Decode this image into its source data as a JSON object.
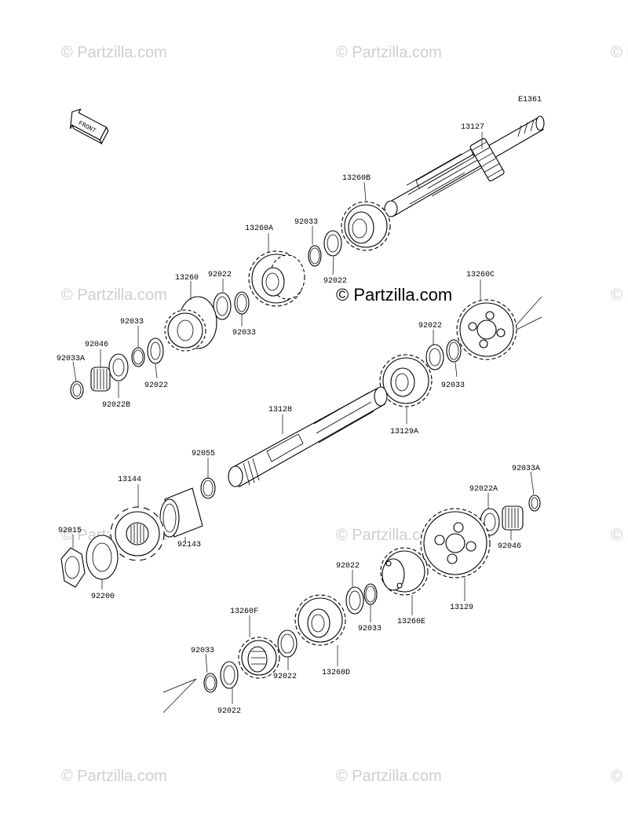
{
  "diagram": {
    "code": "E1361",
    "front_label": "FRONT",
    "center_watermark": "© Partzilla.com",
    "watermark": "© Partzilla.com"
  },
  "labels": [
    {
      "id": "p13127",
      "text": "13127"
    },
    {
      "id": "p13260b",
      "text": "13260B"
    },
    {
      "id": "p92033_a1",
      "text": "92033"
    },
    {
      "id": "p13260a",
      "text": "13260A"
    },
    {
      "id": "p13260",
      "text": "13260"
    },
    {
      "id": "p92022_a1",
      "text": "92022"
    },
    {
      "id": "p92022_a2",
      "text": "92022"
    },
    {
      "id": "p92033_a2",
      "text": "92033"
    },
    {
      "id": "p92033_a3",
      "text": "92033"
    },
    {
      "id": "p92046_a",
      "text": "92046"
    },
    {
      "id": "p92033a_a",
      "text": "92033A"
    },
    {
      "id": "p92022_a3",
      "text": "92022"
    },
    {
      "id": "p92022b",
      "text": "92022B"
    },
    {
      "id": "p13260c",
      "text": "13260C"
    },
    {
      "id": "p92022_b1",
      "text": "92022"
    },
    {
      "id": "p92033_b1",
      "text": "92033"
    },
    {
      "id": "p13129a",
      "text": "13129A"
    },
    {
      "id": "p13128",
      "text": "13128"
    },
    {
      "id": "p92055",
      "text": "92055"
    },
    {
      "id": "p13144",
      "text": "13144"
    },
    {
      "id": "p92143",
      "text": "92143"
    },
    {
      "id": "p92015",
      "text": "92015"
    },
    {
      "id": "p92200",
      "text": "92200"
    },
    {
      "id": "p92033a_b",
      "text": "92033A"
    },
    {
      "id": "p92022a",
      "text": "92022A"
    },
    {
      "id": "p92046_b",
      "text": "92046"
    },
    {
      "id": "p13129",
      "text": "13129"
    },
    {
      "id": "p92022_c1",
      "text": "92022"
    },
    {
      "id": "p92033_c1",
      "text": "92033"
    },
    {
      "id": "p13260e",
      "text": "13260E"
    },
    {
      "id": "p13260f",
      "text": "13260F"
    },
    {
      "id": "p92022_c2",
      "text": "92022"
    },
    {
      "id": "p13260d",
      "text": "13260D"
    },
    {
      "id": "p92033_c2",
      "text": "92033"
    },
    {
      "id": "p92022_c3",
      "text": "92022"
    }
  ]
}
